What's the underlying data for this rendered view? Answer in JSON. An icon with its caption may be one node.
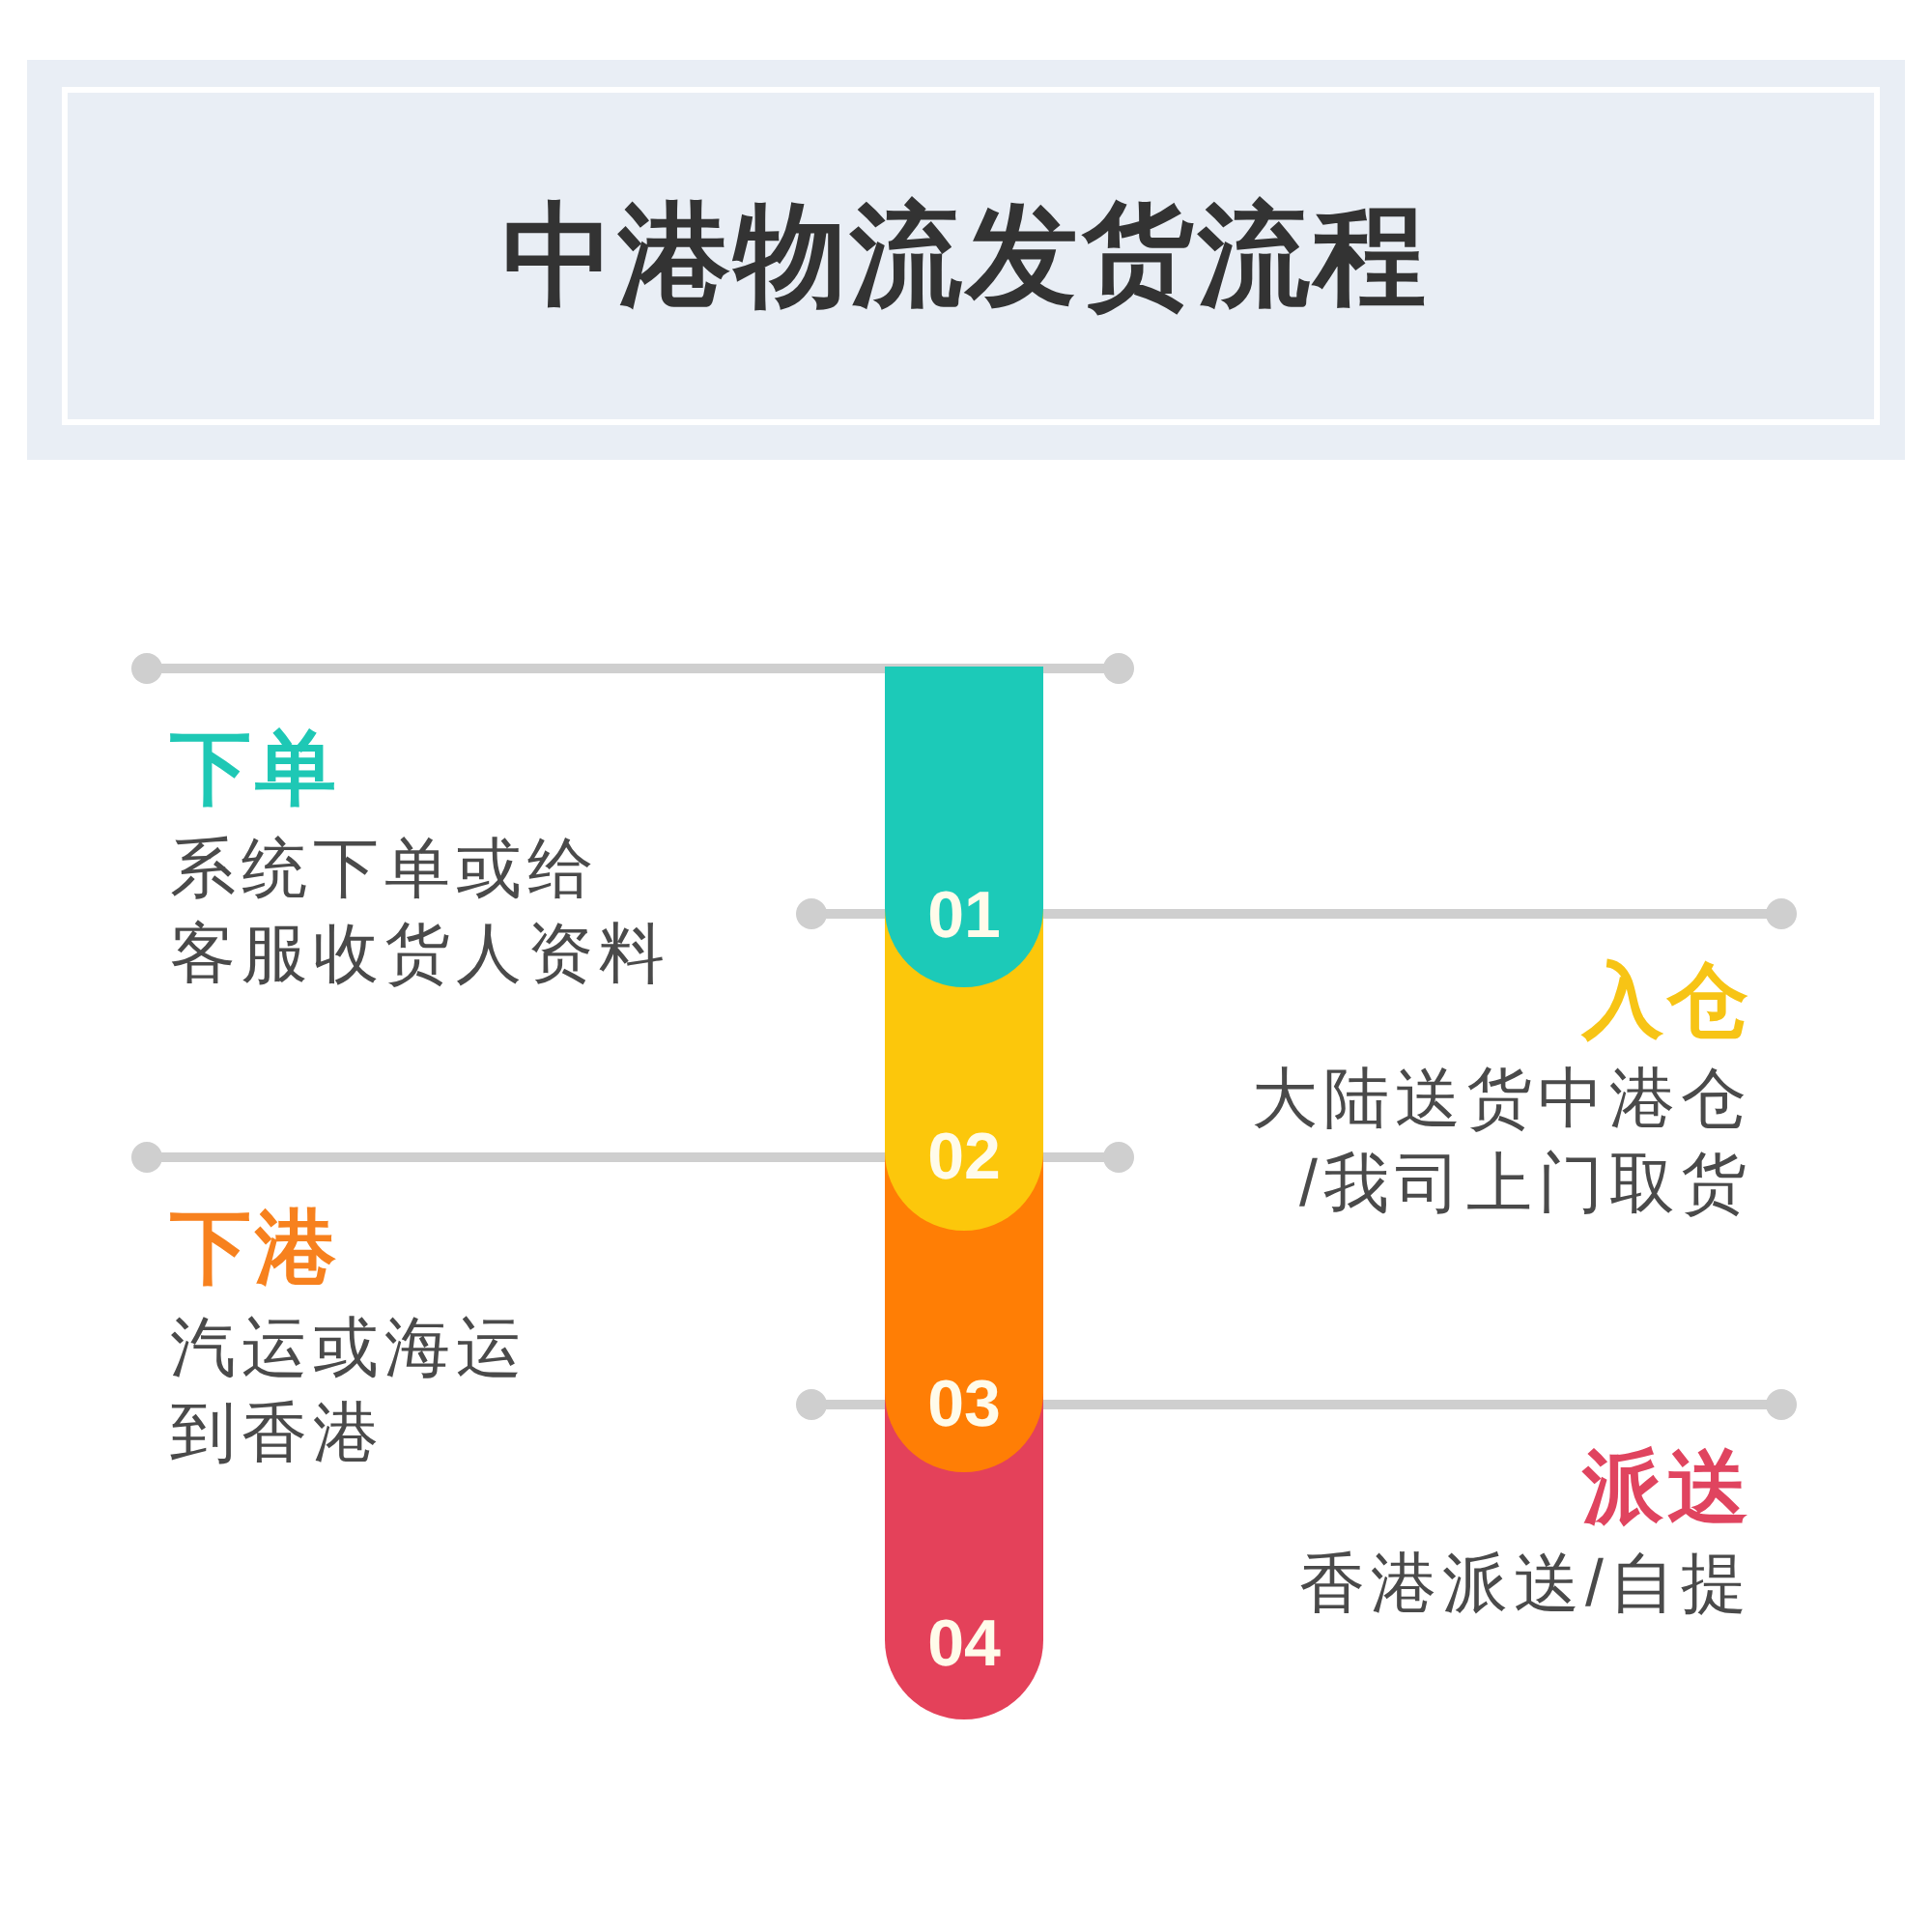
{
  "diagram": {
    "title": "中港物流发货流程",
    "nodes": [
      {
        "text": [
          "01"
        ],
        "beside": [
          "下单",
          "系统下单或给客服收货人资料"
        ]
      },
      {
        "text": [
          "02"
        ],
        "beside": [
          "入仓",
          "大陆送货中港仓/我司上门取货"
        ]
      },
      {
        "text": [
          "03"
        ],
        "beside": [
          "下港",
          "汽运或海运到香港"
        ]
      },
      {
        "text": [
          "04"
        ],
        "beside": [
          "派送",
          "香港派送/自提"
        ]
      }
    ]
  }
}
